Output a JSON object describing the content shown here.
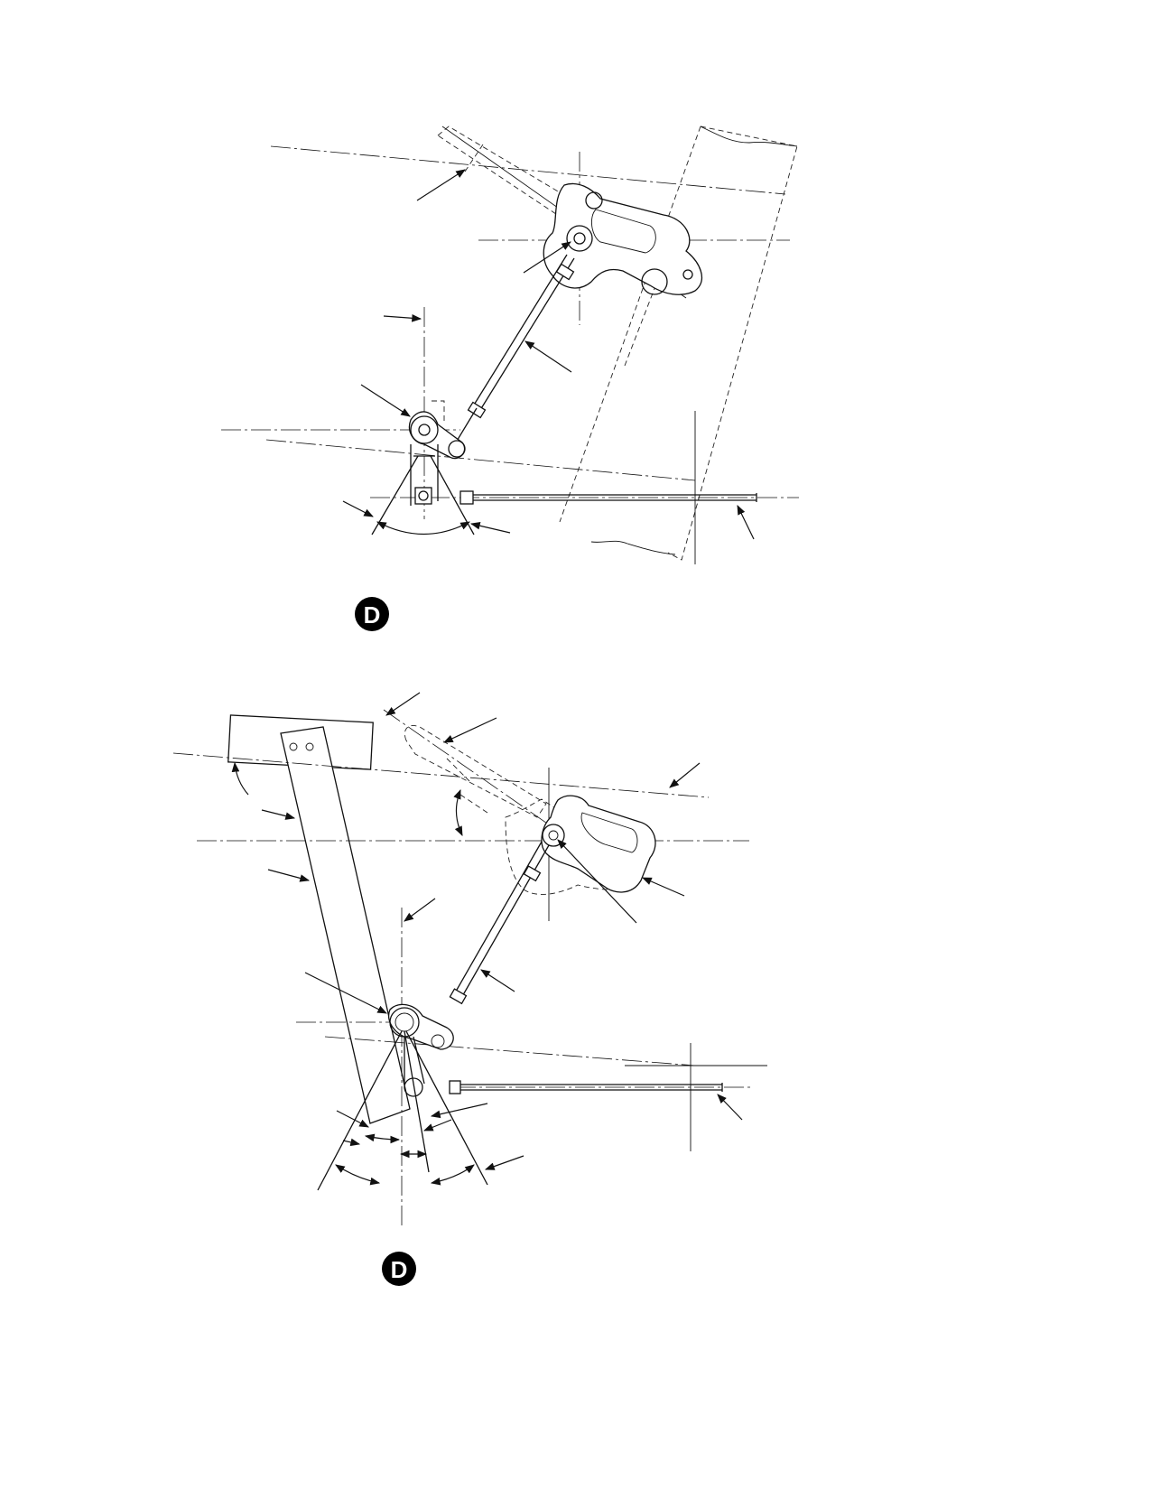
{
  "views": [
    {
      "id": "upper",
      "badge": "D"
    },
    {
      "id": "lower",
      "badge": "D"
    }
  ],
  "colors": {
    "ink": "#111111",
    "paper": "#ffffff",
    "badge_fill": "#000000"
  }
}
